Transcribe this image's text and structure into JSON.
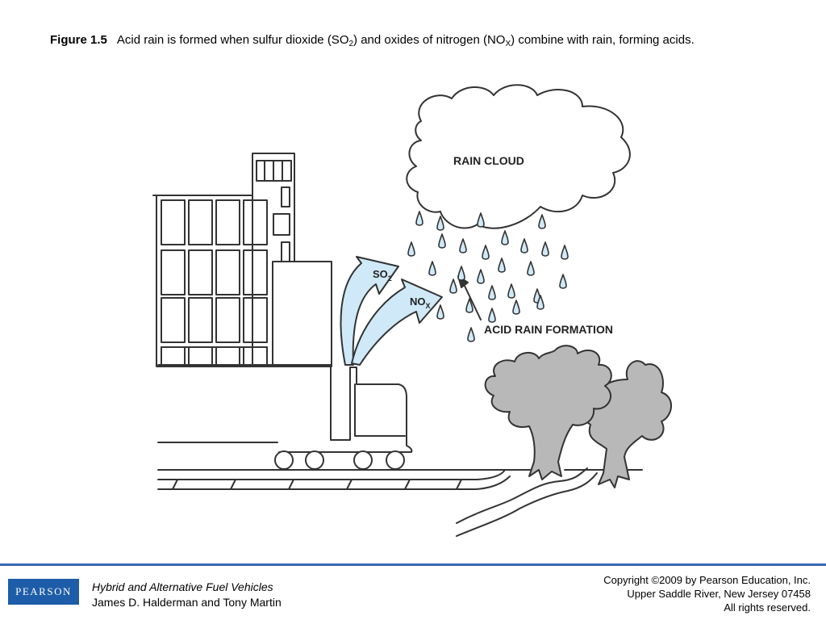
{
  "caption": {
    "figure_label": "Figure 1.5",
    "text_a": "Acid rain is formed when sulfur dioxide (SO",
    "sub_a": "2",
    "text_b": ") and oxides of nitrogen (NO",
    "sub_b": "X",
    "text_c": ") combine with rain, forming acids."
  },
  "diagram": {
    "rain_cloud": "RAIN CLOUD",
    "so2": {
      "main": "SO",
      "sub": "2"
    },
    "nox": {
      "main": "NO",
      "sub": "X"
    },
    "acid_rain_formation": "ACID RAIN FORMATION"
  },
  "footer": {
    "publisher_logo": "PEARSON",
    "book_title": "Hybrid and Alternative Fuel Vehicles",
    "authors": "James D. Halderman and Tony Martin",
    "copyright_line1": "Copyright ©2009 by Pearson Education, Inc.",
    "copyright_line2": "Upper Saddle River, New Jersey 07458",
    "copyright_line3": "All rights reserved."
  },
  "colors": {
    "arrow_fill": "#cfe9f8",
    "raindrop_fill": "#cfe9f8",
    "tree_fill": "#b8b8b8",
    "footer_rule": "#3a66b4",
    "logo_background": "#1d5ca8"
  }
}
